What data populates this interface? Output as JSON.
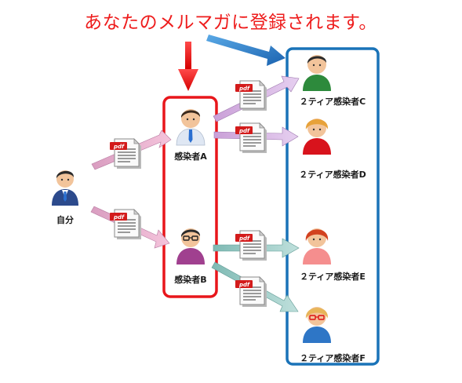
{
  "headline": "あなたのメルマガに登録されます。",
  "nodes": {
    "self": "自分",
    "infected_a": "感染者A",
    "infected_b": "感染者B",
    "tier2_c": "２ティア感染者C",
    "tier2_d": "２ティア感染者D",
    "tier2_e": "２ティア感染者E",
    "tier2_f": "２ティア感染者F"
  },
  "pdf_label": "pdf",
  "colors": {
    "headline": "#ee1c1c",
    "red_box": "#e8161b",
    "blue_box": "#1a73b8",
    "pink_arrow": "#e9a7c6",
    "purple_arrow": "#c9a3d6",
    "teal_arrow": "#8cc5bf"
  },
  "icons": {
    "self": "blue-suit-person-icon",
    "infected_a": "white-shirt-person-icon",
    "infected_b": "purple-glasses-person-icon",
    "tier2_c": "green-person-icon",
    "tier2_d": "red-person-icon",
    "tier2_e": "pink-person-icon",
    "tier2_f": "blue-glasses-person-icon",
    "pdf": "pdf-document-icon"
  }
}
